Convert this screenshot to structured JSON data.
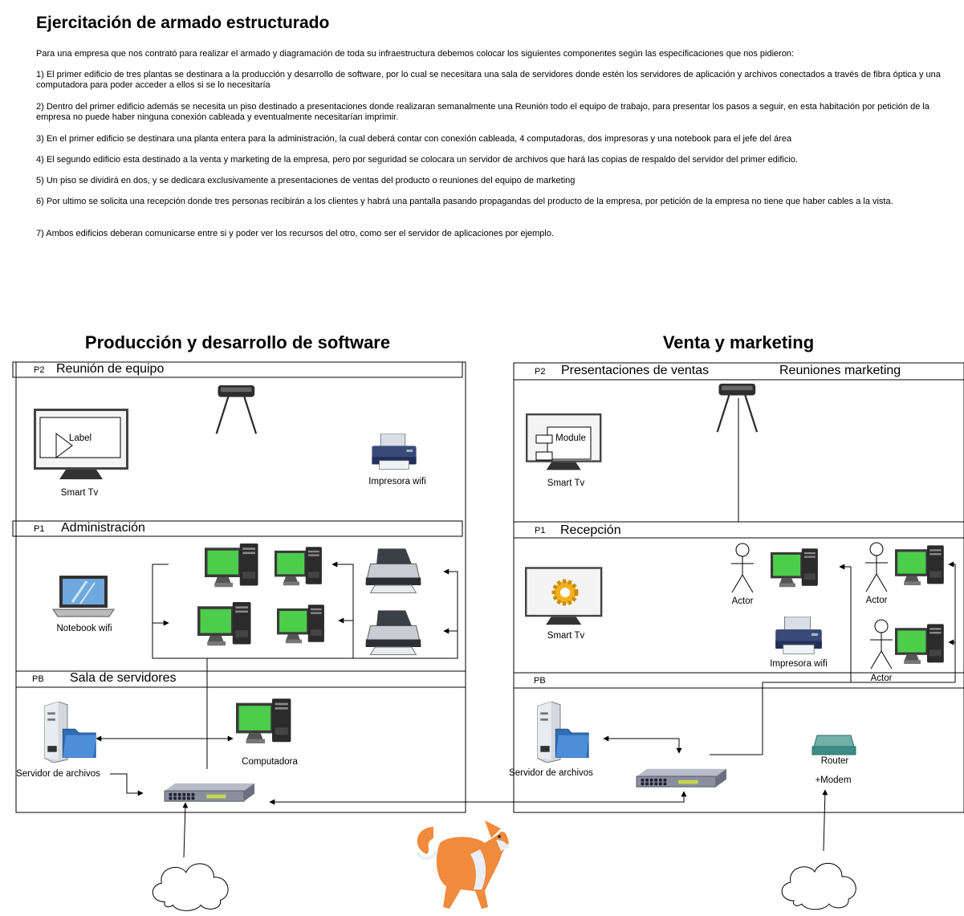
{
  "title": "Ejercitación de armado estructurado",
  "paragraphs": [
    "Para una empresa que  nos contrató para realizar el armado y diagramación de toda su infraestructura debemos colocar los siguientes componentes según las especificaciones que nos pidieron:",
    "1) El primer edificio de tres plantas se destinara a la producción y desarrollo de software, por lo cual se necesitara una sala de servidores donde estén los servidores de aplicación y archivos conectados a través de fibra óptica y una computadora para poder acceder a ellos si se lo necesitaría",
    "2) Dentro del primer edificio además se necesita un piso destinado a presentaciones donde realizaran semanalmente una Reunión todo el equipo de trabajo, para presentar los pasos a seguir, en esta habitación por petición de la empresa no puede haber ninguna conexión cableada y eventualmente necesitarían imprimir.",
    "3) En el primer edificio se destinara una planta entera para la administración, la cual deberá contar con conexión cableada, 4 computadoras, dos impresoras y una notebook para el jefe del área",
    "4) El segundo edificio esta destinado a la venta y marketing de la empresa, pero por seguridad se colocara un servidor de archivos que hará las copias de respaldo del servidor del primer edificio.",
    "5) Un piso se dividirá en dos, y se dedicara exclusivamente a presentaciones de ventas del producto o reuniones del equipo de marketing",
    "6) Por ultimo se solicita una recepción donde tres personas recibirán a los clientes y habrá una pantalla pasando propagandas del producto de la empresa, por petición de la empresa no tiene que haber cables a la vista.",
    "7) Ambos edificios deberan comunicarse entre si y poder ver los recursos del otro, como ser el servidor de aplicaciones por ejemplo."
  ],
  "building1": {
    "title": "Producción y desarrollo de software",
    "p2": {
      "code": "P2",
      "name": "Reunión de equipo",
      "tv_label": "Smart Tv",
      "tv_screen_text": "Label",
      "printer_label": "Impresora wifi"
    },
    "p1": {
      "code": "P1",
      "name": "Administración",
      "notebook_label": "Notebook wifi"
    },
    "pb": {
      "code": "PB",
      "name": "Sala de servidores",
      "server_label": "Servidor de archivos",
      "computer_label": "Computadora"
    }
  },
  "building2": {
    "title": "Venta y marketing",
    "p2": {
      "code": "P2",
      "name_left": "Presentaciones de ventas",
      "name_right": "Reuniones marketing",
      "tv_label": "Smart Tv",
      "tv_screen_text": "Module"
    },
    "p1": {
      "code": "P1",
      "name": "Recepción",
      "tv_label": "Smart Tv",
      "printer_label": "Impresora wifi",
      "actor1": "Actor",
      "actor2": "Actor",
      "actor3": "Actor"
    },
    "pb": {
      "code": "PB",
      "server_label": "Servidor de archivos",
      "router_label": "Router",
      "modem_label": "+Modem"
    }
  },
  "colors": {
    "screen_green": "#4ccd4c",
    "switch_gray": "#8a8fa0",
    "dog_orange": "#f08a3c"
  },
  "icons": [
    "smart-tv-icon",
    "projector-icon",
    "printer-icon",
    "notebook-icon",
    "desktop-computer-icon",
    "server-icon",
    "switch-icon",
    "router-icon",
    "cloud-icon",
    "actor-icon",
    "dog-icon"
  ]
}
